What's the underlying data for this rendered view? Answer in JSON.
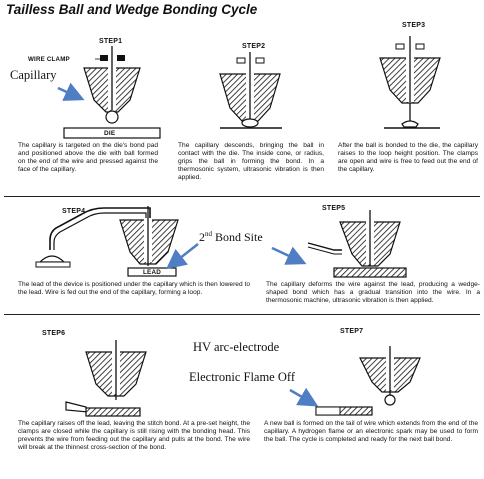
{
  "title": "Tailless Ball and Wedge Bonding Cycle",
  "steps": {
    "s1": {
      "label": "STEP1",
      "caption": "The capillary is targeted on the die's bond pad and positioned above the die with ball formed on the end of the wire and pressed against the face of the capillary."
    },
    "s2": {
      "label": "STEP2",
      "caption": "The capillary descends, bringing the ball in contact with the die. The inside cone, or radius, grips the ball in forming the bond. In a thermosonic system, ultrasonic vibration is then applied."
    },
    "s3": {
      "label": "STEP3",
      "caption": "After the ball is bonded to the die, the capillary raises to the loop height position. The clamps are open and wire is free to feed out the end of the capillary."
    },
    "s4": {
      "label": "STEP4",
      "caption": "The lead of the device is positioned under the capillary which is then lowered to the lead. Wire is fed out the end of the capillary, forming a loop."
    },
    "s5": {
      "label": "STEP5",
      "caption": "The capillary deforms the wire against the lead, producing a wedge-shaped bond which has a gradual transition into the wire. In a thermosonic machine, ultrasonic vibration is then applied."
    },
    "s6": {
      "label": "STEP6",
      "caption": "The capillary raises off the lead, leaving the stitch bond. At a pre-set height, the clamps are closed while the capillary is still rising with the bonding head. This prevents the wire from feeding out the capillary and pulls at the bond. The wire will break at the thinnest cross-section of the bond."
    },
    "s7": {
      "label": "STEP7",
      "caption": "A new ball is formed on the tail of wire which extends from the end of the capillary. A hydrogen flame or an electronic spark may be used to form the ball. The cycle is completed and ready for the next ball bond."
    }
  },
  "labels": {
    "wire_clamp": "WIRE CLAMP",
    "die": "DIE",
    "lead": "LEAD"
  },
  "annotations": {
    "capillary": "Capillary",
    "bond_site_prefix": "2",
    "bond_site_sup": "nd",
    "bond_site_rest": " Bond Site",
    "hv_arc": "HV arc-electrode",
    "eflame": "Electronic Flame Off"
  },
  "colors": {
    "annotation_arrow": "#4f7ec4",
    "ink": "#111111"
  }
}
